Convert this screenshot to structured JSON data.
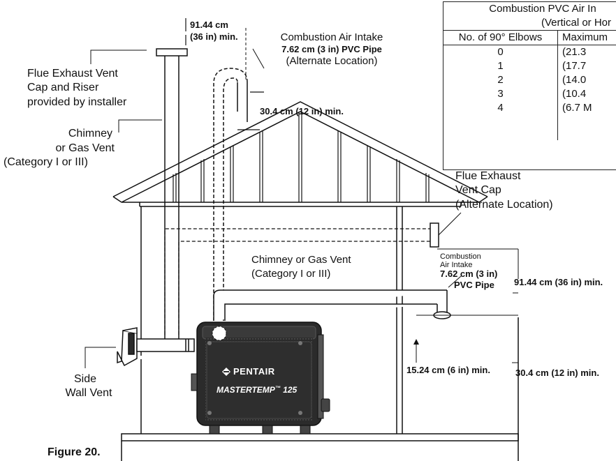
{
  "figure": {
    "caption": "Figure 20."
  },
  "labels": {
    "top_clearance_metric": "91.44 cm",
    "top_clearance_imperial": "(36 in) min.",
    "combustion_intake_title": "Combustion Air Intake",
    "combustion_intake_pipe": "7.62 cm (3 in) PVC Pipe",
    "combustion_intake_alt": "(Alternate Location)",
    "flue_cap_riser_l1": "Flue Exhaust Vent",
    "flue_cap_riser_l2": "Cap and Riser",
    "flue_cap_riser_l3": "provided by installer",
    "roof_clearance": "30.4 cm (12 in) min.",
    "chimney_l1": "Chimney",
    "chimney_l2": "or Gas Vent",
    "chimney_l3": "(Category I or III)",
    "flue_alt_l1": "Flue Exhaust",
    "flue_alt_l2": "Vent Cap",
    "flue_alt_l3": "(Alternate Location)",
    "inner_chimney_l1": "Chimney or Gas Vent",
    "inner_chimney_l2": "(Category I or III)",
    "side_intake_l1": "Combustion",
    "side_intake_l2": "Air Intake",
    "side_intake_l3": "7.62 cm (3 in)",
    "side_intake_l4": "PVC Pipe",
    "right_clearance_36": "91.44 cm (36 in) min.",
    "floor_clearance_6": "15.24 cm (6 in) min.",
    "floor_clearance_12": "30.4 cm (12 in) min.",
    "side_wall_l1": "Side",
    "side_wall_l2": "Wall Vent",
    "brand": "PENTAIR",
    "model": "MASTERTEMP",
    "model_tm": "™",
    "model_num": "125"
  },
  "table": {
    "title_l1": "Combustion PVC Air In",
    "title_l2": "(Vertical or Hor",
    "col_headers": [
      "No. of 90° Elbows",
      "Maximum"
    ],
    "rows": [
      [
        "0",
        "(21.3"
      ],
      [
        "1",
        "(17.7"
      ],
      [
        "2",
        "(14.0"
      ],
      [
        "3",
        "(10.4"
      ],
      [
        "4",
        "(6.7 M"
      ]
    ]
  },
  "colors": {
    "line": "#111111",
    "heater_body": "#2b2b2b",
    "heater_trim": "#555555",
    "background": "#ffffff"
  }
}
